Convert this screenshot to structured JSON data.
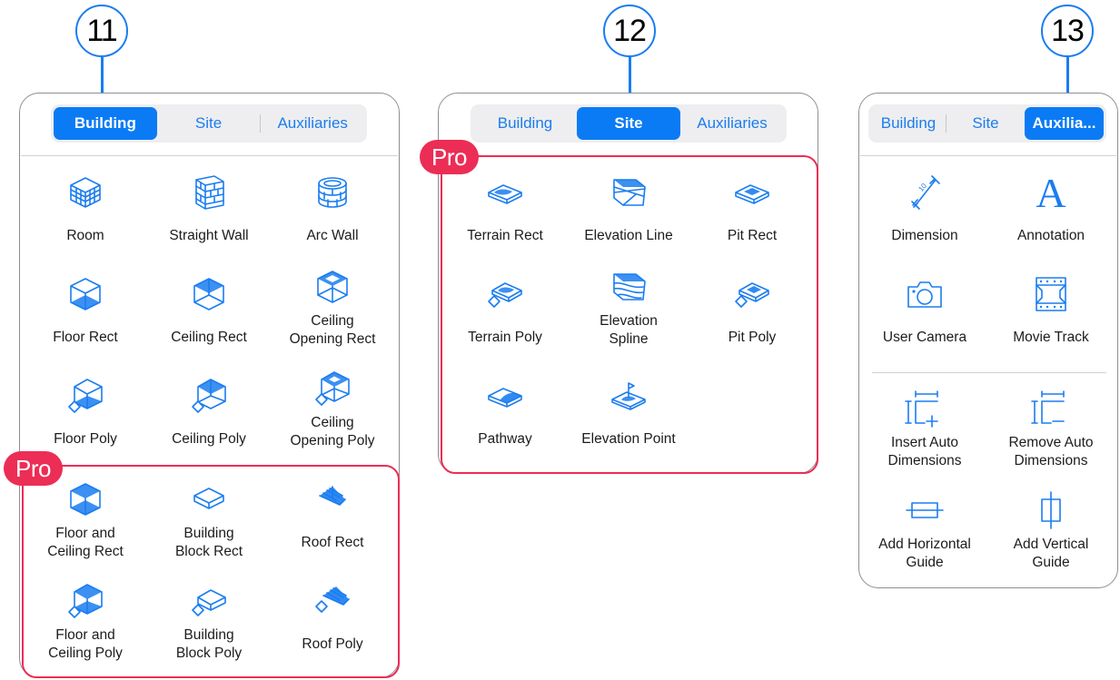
{
  "colors": {
    "accent": "#1a7df0",
    "pro": "#ec2d55",
    "border": "#8e8e93"
  },
  "callouts": [
    "11",
    "12",
    "13"
  ],
  "panels": [
    {
      "segments": [
        "Building",
        "Site",
        "Auxiliaries"
      ],
      "active": "Building",
      "pro_badge": "Pro",
      "tools": [
        {
          "label": "Room",
          "icon": "room-icon"
        },
        {
          "label": "Straight Wall",
          "icon": "straight-wall-icon"
        },
        {
          "label": "Arc Wall",
          "icon": "arc-wall-icon"
        },
        {
          "label": "Floor Rect",
          "icon": "floor-rect-icon"
        },
        {
          "label": "Ceiling Rect",
          "icon": "ceiling-rect-icon"
        },
        {
          "label": "Ceiling\nOpening Rect",
          "icon": "ceiling-opening-rect-icon"
        },
        {
          "label": "Floor Poly",
          "icon": "floor-poly-icon"
        },
        {
          "label": "Ceiling Poly",
          "icon": "ceiling-poly-icon"
        },
        {
          "label": "Ceiling\nOpening Poly",
          "icon": "ceiling-opening-poly-icon"
        },
        {
          "label": "Floor and\nCeiling Rect",
          "icon": "floor-ceiling-rect-icon"
        },
        {
          "label": "Building\nBlock Rect",
          "icon": "building-block-rect-icon"
        },
        {
          "label": "Roof Rect",
          "icon": "roof-rect-icon"
        },
        {
          "label": "Floor and\nCeiling Poly",
          "icon": "floor-ceiling-poly-icon"
        },
        {
          "label": "Building\nBlock Poly",
          "icon": "building-block-poly-icon"
        },
        {
          "label": "Roof Poly",
          "icon": "roof-poly-icon"
        }
      ]
    },
    {
      "segments": [
        "Building",
        "Site",
        "Auxiliaries"
      ],
      "active": "Site",
      "pro_badge": "Pro",
      "tools": [
        {
          "label": "Terrain Rect",
          "icon": "terrain-rect-icon"
        },
        {
          "label": "Elevation Line",
          "icon": "elevation-line-icon"
        },
        {
          "label": "Pit Rect",
          "icon": "pit-rect-icon"
        },
        {
          "label": "Terrain Poly",
          "icon": "terrain-poly-icon"
        },
        {
          "label": "Elevation\nSpline",
          "icon": "elevation-spline-icon"
        },
        {
          "label": "Pit Poly",
          "icon": "pit-poly-icon"
        },
        {
          "label": "Pathway",
          "icon": "pathway-icon"
        },
        {
          "label": "Elevation Point",
          "icon": "elevation-point-icon"
        }
      ]
    },
    {
      "segments": [
        "Building",
        "Site",
        "Auxilia..."
      ],
      "active": "Auxilia...",
      "tools": [
        {
          "label": "Dimension",
          "icon": "dimension-icon"
        },
        {
          "label": "Annotation",
          "icon": "annotation-icon",
          "glyph": "A"
        },
        {
          "label": "User Camera",
          "icon": "camera-icon"
        },
        {
          "label": "Movie Track",
          "icon": "movie-track-icon"
        },
        {
          "label": "Insert Auto\nDimensions",
          "icon": "insert-auto-dimensions-icon"
        },
        {
          "label": "Remove Auto\nDimensions",
          "icon": "remove-auto-dimensions-icon"
        },
        {
          "label": "Add Horizontal\nGuide",
          "icon": "horizontal-guide-icon"
        },
        {
          "label": "Add Vertical\nGuide",
          "icon": "vertical-guide-icon"
        }
      ]
    }
  ]
}
